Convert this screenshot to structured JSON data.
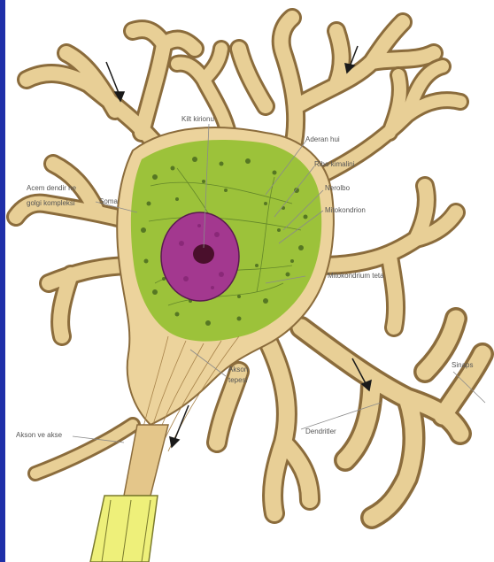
{
  "figure": {
    "labels": [
      {
        "id": "nucleolus",
        "text": "Kilt kirionu"
      },
      {
        "id": "nissl",
        "text": "Aderan hui"
      },
      {
        "id": "ribosomes",
        "text": "Ribo kimalini"
      },
      {
        "id": "neurofibril",
        "text": "Nerolbo"
      },
      {
        "id": "microtubule",
        "text": "Mitokondrion"
      },
      {
        "id": "dendrite-left",
        "text": "Acem dendir ne"
      },
      {
        "id": "golgi",
        "text": "golgi kompleksi"
      },
      {
        "id": "soma",
        "text": "Soma"
      },
      {
        "id": "mitochondria",
        "text": "Mitokondrium teta"
      },
      {
        "id": "axon-hillock",
        "text": "Akson"
      },
      {
        "id": "axon-hillock-2",
        "text": "tepesi"
      },
      {
        "id": "axon",
        "text": "Akson ve akse"
      },
      {
        "id": "dendrites",
        "text": "Dendritler"
      },
      {
        "id": "synapse",
        "text": "Sinaps"
      }
    ],
    "colors": {
      "background": "#ffffff",
      "edge_bar": "#1f2fa8",
      "membrane": "#d9b677",
      "membrane_fill": "#ecd39c",
      "cytoplasm": "#9cc23a",
      "nissl_dark": "#3f5f1c",
      "nucleus": "#a3388f",
      "nucleolus": "#4a0f2c",
      "myelin": "#eef07a",
      "arrow": "#1a1a1a",
      "label_text": "#555555"
    }
  }
}
